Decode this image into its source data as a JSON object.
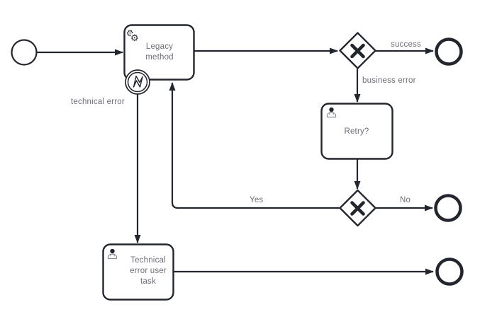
{
  "colors": {
    "stroke": "#24262e",
    "label": "#6e6e78",
    "icon_muted": "#8a8f98",
    "background": "#ffffff"
  },
  "icons": {
    "service_task": "gear-icon",
    "user_task": "user-icon",
    "error_event": "lightning-icon",
    "exclusive_gateway": "x-marker-icon",
    "gear_glyph": "⚙"
  },
  "nodes": {
    "start_event": {
      "type": "start-event"
    },
    "legacy_method_task": {
      "type": "service-task",
      "label": "Legacy method"
    },
    "error_boundary_event": {
      "type": "error-boundary-event"
    },
    "success_gateway": {
      "type": "exclusive-gateway"
    },
    "success_end_event": {
      "type": "end-event"
    },
    "retry_task": {
      "type": "user-task",
      "label": "Retry?"
    },
    "retry_gateway": {
      "type": "exclusive-gateway"
    },
    "no_end_event": {
      "type": "end-event"
    },
    "technical_error_task": {
      "type": "user-task",
      "label": "Technical error user task"
    },
    "technical_end_event": {
      "type": "end-event"
    }
  },
  "flow_labels": {
    "success": "success",
    "business_error": "business error",
    "technical_error": "technical error",
    "yes": "Yes",
    "no": "No"
  }
}
